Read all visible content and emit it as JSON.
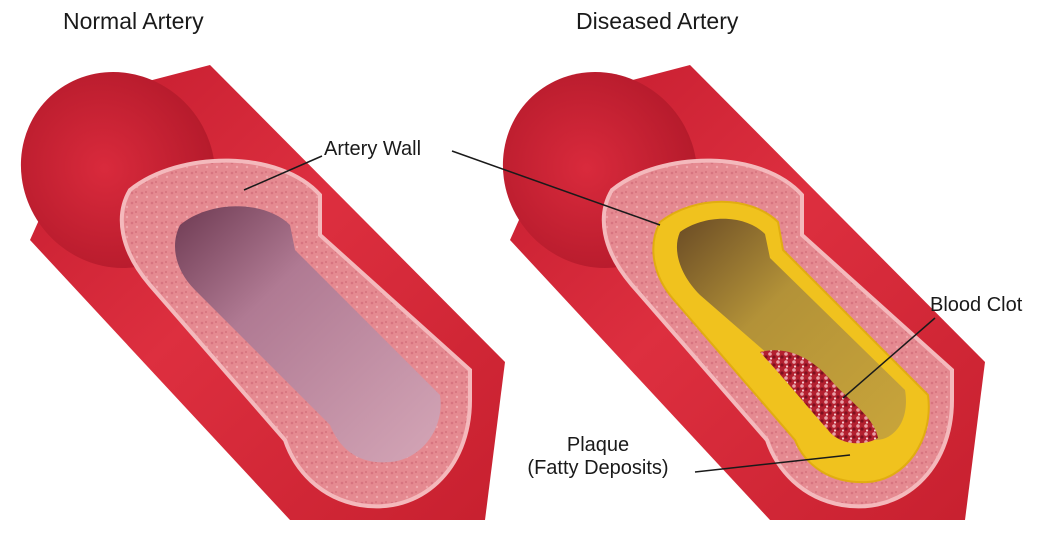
{
  "panels": {
    "normal": {
      "title": "Normal Artery"
    },
    "diseased": {
      "title": "Diseased Artery"
    }
  },
  "labels": {
    "artery_wall": "Artery Wall",
    "blood_clot": "Blood Clot",
    "plaque_line1": "Plaque",
    "plaque_line2": "(Fatty Deposits)"
  },
  "colors": {
    "artery_red": "#d6283a",
    "artery_dark": "#b01a2c",
    "wall_pink": "#e98c92",
    "wall_rim": "#f2b1b4",
    "lumen_pink": "#b87a92",
    "plaque_yellow": "#f2c421",
    "plaque_inner": "#b89a3a",
    "clot_red": "#a5172a"
  }
}
